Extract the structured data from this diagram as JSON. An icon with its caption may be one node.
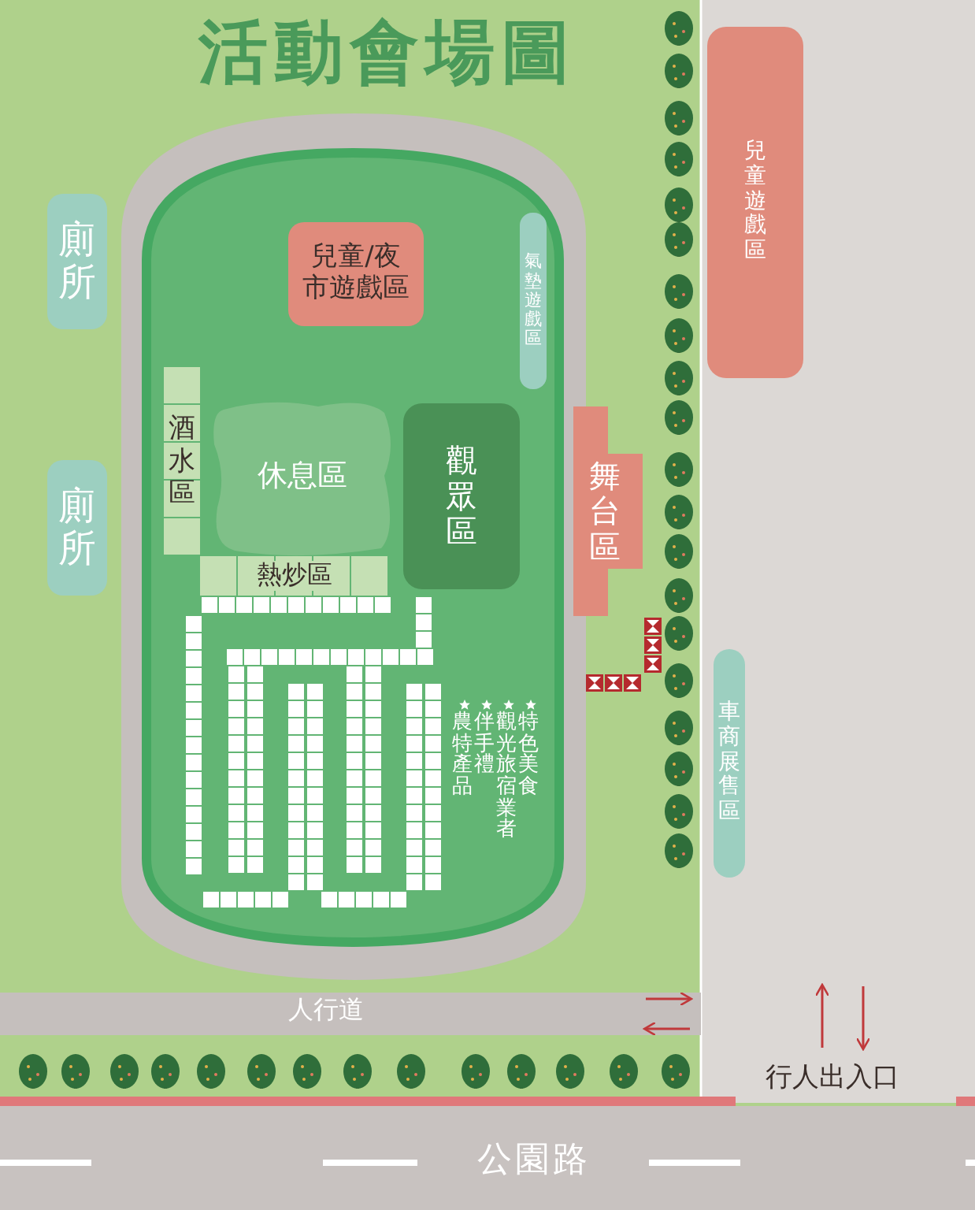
{
  "diagram": {
    "title": "活動會場圖",
    "nodes": [
      {
        "text": [
          "廁所"
        ]
      },
      {
        "text": [
          "廁所"
        ]
      },
      {
        "text": [
          "兒童/夜市遊戲區"
        ]
      },
      {
        "text": [
          "氣墊遊戲區"
        ]
      },
      {
        "text": [
          "酒水區"
        ]
      },
      {
        "text": [
          "休息區"
        ]
      },
      {
        "text": [
          "觀眾區"
        ]
      },
      {
        "text": [
          "熱炒區"
        ]
      },
      {
        "text": [
          "舞台區"
        ]
      },
      {
        "text": [
          "車商展售區"
        ]
      },
      {
        "text": [
          "兒童遊戲區"
        ]
      }
    ],
    "labels": [
      "特色美食",
      "觀光旅宿業者",
      "伴手禮",
      "農特產品",
      "人行道",
      "行人出入口",
      "公園路"
    ]
  }
}
